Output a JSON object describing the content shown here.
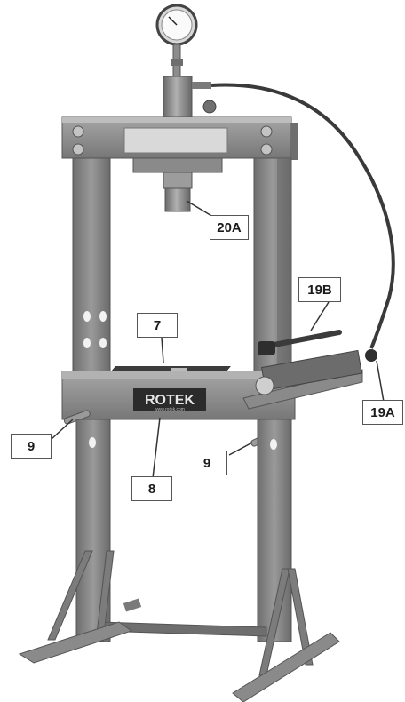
{
  "brand": {
    "logo_text": "ROTEK",
    "logo_subtext": "www.rotek.com"
  },
  "callouts": {
    "c20A": "20A",
    "c19B": "19B",
    "c19A": "19A",
    "c7": "7",
    "c9_left": "9",
    "c9_right": "9",
    "c8": "8"
  },
  "colors": {
    "frame": "#8a8a8a",
    "frame_dark": "#5e5e5e",
    "frame_light": "#b4b4b4",
    "hole": "#f2f2f2",
    "hose": "#3a3a3a",
    "logo_bg": "#2b2b2b"
  }
}
